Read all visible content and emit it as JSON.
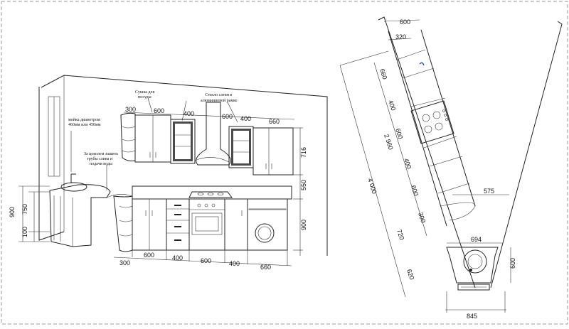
{
  "frame_style": "dashed-border",
  "accent_color": "#1a3c9a",
  "elevation": {
    "annotations": {
      "dryer": [
        "Сушка для",
        "посуды"
      ],
      "glass": [
        "Стекло сатин в",
        "алюминиевой рамке"
      ],
      "sink": [
        "мойка диаметром",
        "460мм или 450мм"
      ],
      "pipes": [
        "За цоколем зашить",
        "трубы слива и",
        "подачи воды"
      ]
    },
    "top_dims": [
      "300",
      "600",
      "400",
      "600",
      "400",
      "660"
    ],
    "bottom_dims_row1": [
      "600",
      "400",
      "600",
      "400"
    ],
    "bottom_dims_row2": [
      "300",
      "660"
    ],
    "left_dims": [
      "900",
      "750",
      "100"
    ],
    "right_dims": [
      "716",
      "550",
      "900"
    ]
  },
  "plan": {
    "top_dims": [
      "600",
      "320"
    ],
    "diagonal_total_outer": "4 000",
    "diagonal_total_inner": "2 960",
    "segment_dims": [
      "660",
      "400",
      "600",
      "400",
      "600",
      "300",
      "720",
      "620"
    ],
    "sink_width": "694",
    "sink_right": "600",
    "base_width": "845",
    "offset": "575"
  }
}
